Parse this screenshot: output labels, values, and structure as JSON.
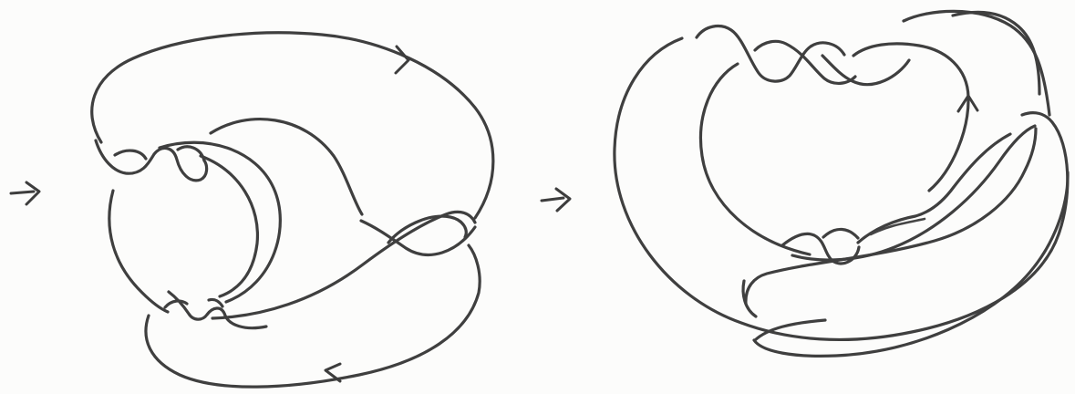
{
  "diagram": {
    "colors": {
      "background": "#fcfcfb",
      "ink": "#3f3f3f"
    },
    "elements": [
      "transition-arrow",
      "knot-diagram",
      "transition-arrow",
      "knot-diagram"
    ]
  }
}
